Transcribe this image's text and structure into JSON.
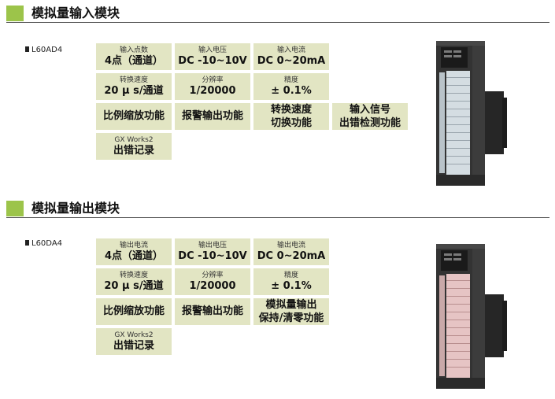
{
  "input_section": {
    "title": "模拟量输入模块",
    "model": "L60AD4",
    "cells": [
      {
        "small": "输入点数",
        "big": "4点（通道）"
      },
      {
        "small": "输入电压",
        "big": "DC -10~10V"
      },
      {
        "small": "输入电流",
        "big": "DC 0~20mA"
      },
      {
        "small": "转换速度",
        "big": "20 μ s/通道"
      },
      {
        "small": "分辨率",
        "big": "1/20000"
      },
      {
        "small": "精度",
        "big": "± 0.1%"
      },
      {
        "line1": "比例缩放功能"
      },
      {
        "line1": "报警输出功能"
      },
      {
        "line1": "转换速度",
        "line2": "切换功能"
      },
      {
        "line1": "输入信号",
        "line2": "出错检测功能"
      },
      {
        "small": "GX Works2",
        "big": "出错记录"
      }
    ]
  },
  "output_section": {
    "title": "模拟量输出模块",
    "model": "L60DA4",
    "cells": [
      {
        "small": "输出电流",
        "big": "4点（通道）"
      },
      {
        "small": "输出电压",
        "big": "DC -10~10V"
      },
      {
        "small": "输出电流",
        "big": "DC 0~20mA"
      },
      {
        "small": "转换速度",
        "big": "20 μ s/通道"
      },
      {
        "small": "分辨率",
        "big": "1/20000"
      },
      {
        "small": "精度",
        "big": "± 0.1%"
      },
      {
        "line1": "比例缩放功能"
      },
      {
        "line1": "报警输出功能"
      },
      {
        "line1": "模拟量输出",
        "line2": "保持/清零功能"
      },
      {
        "small": "GX Works2",
        "big": "出错记录"
      }
    ]
  },
  "colors": {
    "accent_square": "#9cc44a",
    "cell_background": "#e2e5c3",
    "module_body": "#2b2b2b",
    "terminal_labels_input": "#d8e0e4",
    "terminal_labels_output": "#e8c0c0"
  }
}
